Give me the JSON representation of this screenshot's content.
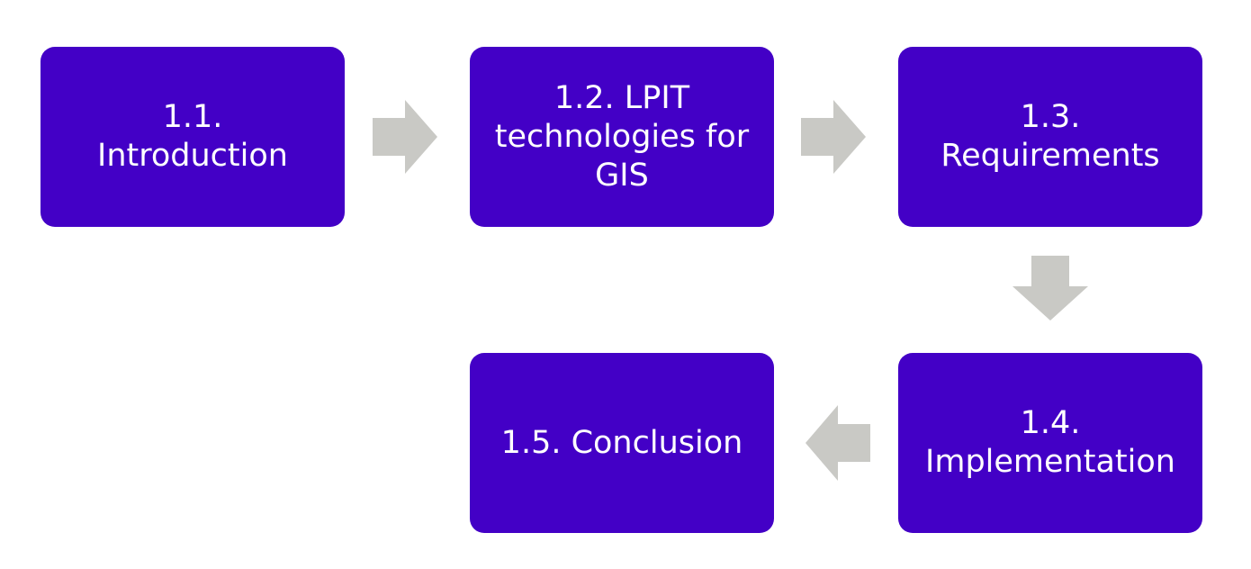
{
  "colors": {
    "box_fill": "#4300c6",
    "box_text": "#ffffff",
    "arrow_fill": "#c9c9c5"
  },
  "steps": [
    {
      "id": "step-1",
      "label": "1.1. Introduction",
      "lines": [
        "1.1.",
        "Introduction"
      ]
    },
    {
      "id": "step-2",
      "label": "1.2. LPIT technologies for GIS",
      "lines": [
        "1.2. LPIT",
        "technologies for",
        "GIS"
      ]
    },
    {
      "id": "step-3",
      "label": "1.3. Requirements",
      "lines": [
        "1.3.",
        "Requirements"
      ]
    },
    {
      "id": "step-4",
      "label": "1.4. Implementation",
      "lines": [
        "1.4.",
        "Implementation"
      ]
    },
    {
      "id": "step-5",
      "label": "1.5. Conclusion",
      "lines": [
        "1.5. Conclusion"
      ]
    }
  ],
  "arrows": [
    {
      "from": "step-1",
      "to": "step-2",
      "direction": "right"
    },
    {
      "from": "step-2",
      "to": "step-3",
      "direction": "right"
    },
    {
      "from": "step-3",
      "to": "step-4",
      "direction": "down"
    },
    {
      "from": "step-4",
      "to": "step-5",
      "direction": "left"
    }
  ]
}
